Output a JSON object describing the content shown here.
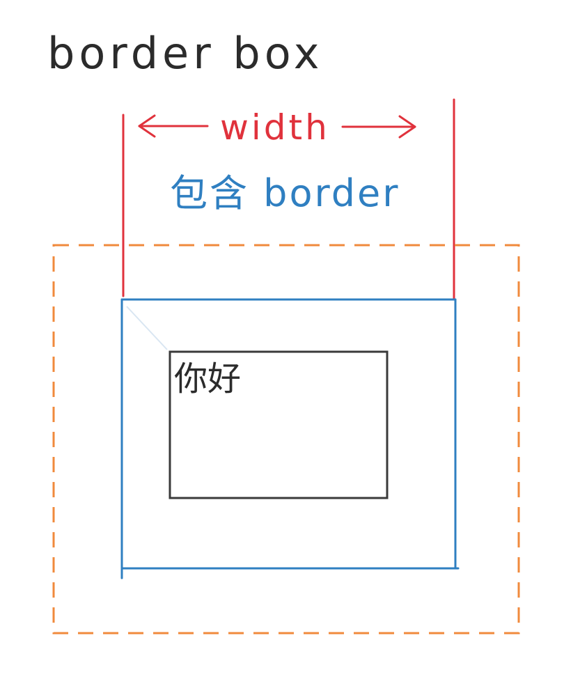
{
  "title": "border box",
  "width_label": "width",
  "border_note": "包含 border",
  "content_text": "你好",
  "colors": {
    "ink": "#2b2b2b",
    "width_marker": "#e0323c",
    "border_box": "#2f7fc1",
    "margin_box": "#f08a3c",
    "content_box": "#3a3a3a"
  }
}
